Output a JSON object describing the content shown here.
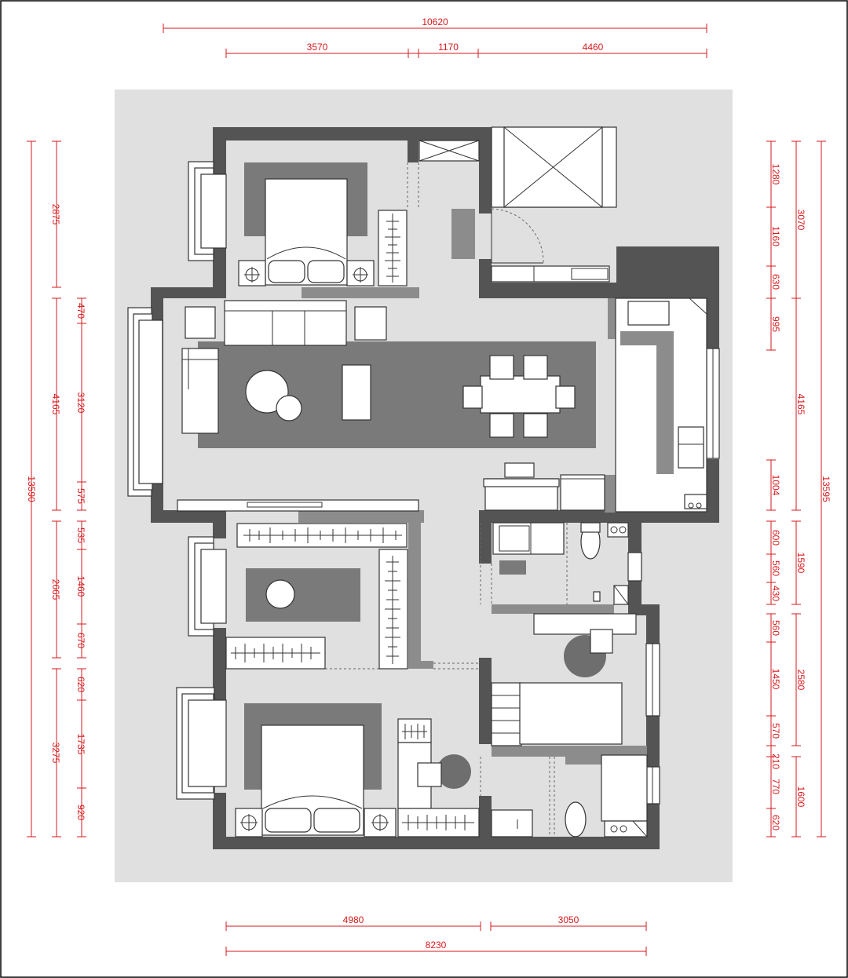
{
  "colors": {
    "dimension": "#d7191c",
    "wall": "#545454",
    "floor": "#e0e0e0",
    "rug": "#7a7a7a",
    "furniture": "#ffffff"
  },
  "dimensions": {
    "top_total": "10620",
    "top_segments": [
      "3570",
      "1170",
      "4460"
    ],
    "bottom_segments": [
      "4980",
      "3050"
    ],
    "bottom_total": "8230",
    "left_total": "13590",
    "left_mid": [
      "2875",
      "4165",
      "2665",
      "3275"
    ],
    "left_inner": [
      "470",
      "3120",
      "575",
      "535",
      "1460",
      "670",
      "620",
      "1735",
      "920"
    ],
    "right_inner": [
      "1280",
      "1160",
      "630",
      "995",
      "1004",
      "600",
      "560",
      "430",
      "560",
      "1450",
      "570",
      "210",
      "770",
      "620"
    ],
    "right_mid": [
      "3070",
      "4165",
      "1590",
      "2580",
      "1600"
    ],
    "right_total": "13595"
  }
}
